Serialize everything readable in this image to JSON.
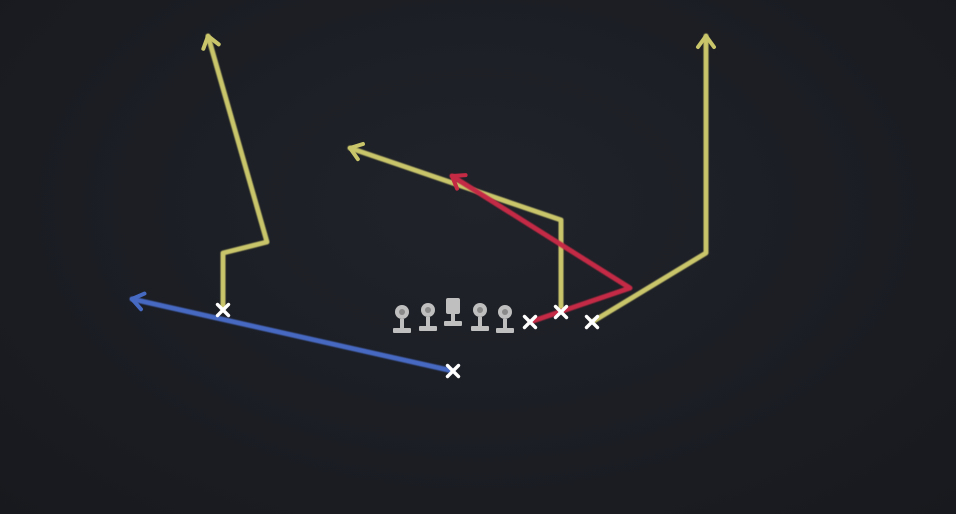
{
  "colors": {
    "background": "#1b1e24",
    "route_primary": "#c9c56a",
    "route_hot": "#c42a44",
    "route_outlet": "#4669c2",
    "player_marker": "#ffffff",
    "lineman": "#bfbfbf"
  },
  "players": [
    {
      "id": "wr-left",
      "type": "receiver"
    },
    {
      "id": "back",
      "type": "back"
    },
    {
      "id": "te-inline",
      "type": "receiver"
    },
    {
      "id": "slot",
      "type": "receiver"
    },
    {
      "id": "wr-right",
      "type": "receiver"
    }
  ],
  "linemen": [
    {
      "id": "lt",
      "type": "lineman"
    },
    {
      "id": "lg",
      "type": "lineman"
    },
    {
      "id": "c",
      "type": "center"
    },
    {
      "id": "rg",
      "type": "lineman"
    },
    {
      "id": "rt",
      "type": "lineman"
    }
  ],
  "routes": [
    {
      "player": "wr-left",
      "color": "route_primary"
    },
    {
      "player": "te-inline",
      "color": "route_primary"
    },
    {
      "player": "slot",
      "color": "route_hot"
    },
    {
      "player": "wr-right",
      "color": "route_primary"
    },
    {
      "player": "back",
      "color": "route_outlet"
    }
  ]
}
